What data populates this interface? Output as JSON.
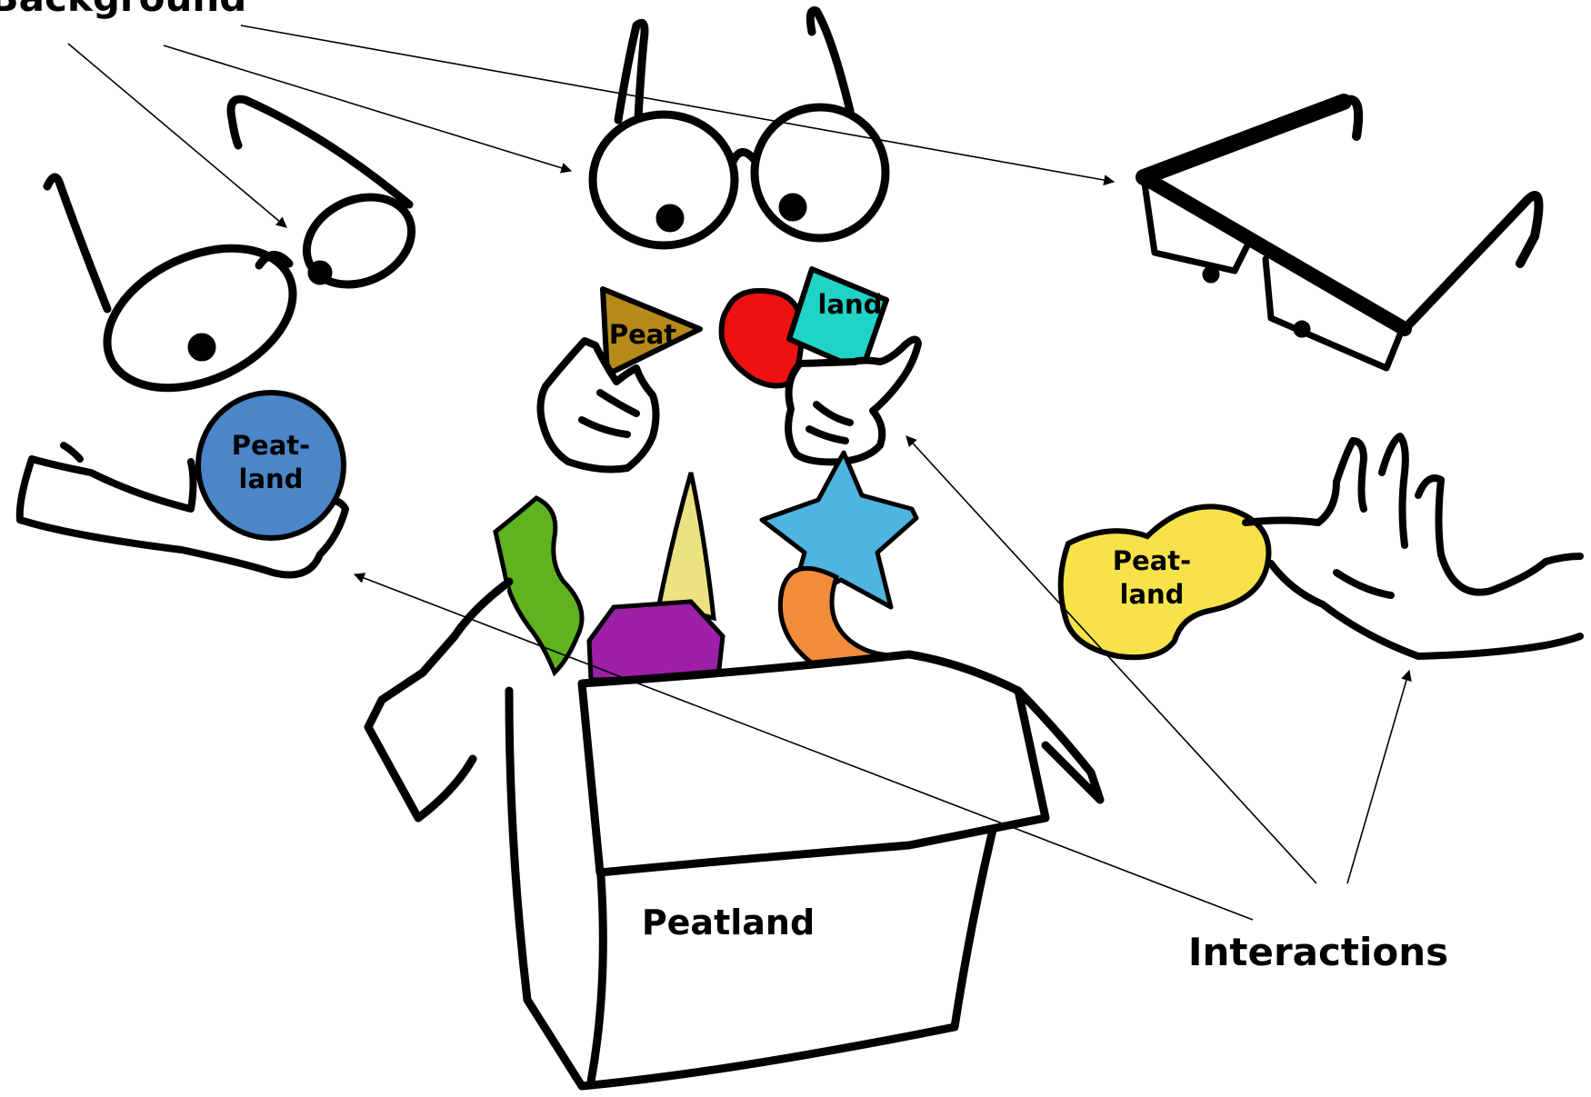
{
  "labels": {
    "background": "Background",
    "interactions": "Interactions",
    "box": "Peatland"
  },
  "held_shapes": {
    "blue_circle": [
      "Peat-",
      "land"
    ],
    "brown_triangle": "Peat",
    "cyan_square": "land",
    "yellow_blob": [
      "Peat-",
      "land"
    ]
  },
  "colors": {
    "blue_circle": "#4a86c8",
    "brown_triangle": "#b58a1a",
    "red_blob": "#ee1111",
    "cyan_square": "#1fd3c6",
    "yellow_blob": "#f7e24a",
    "green_shape": "#5fb31f",
    "cone": "#ece282",
    "purple_hexagon": "#9d1fa6",
    "blue_star": "#4fb5e0",
    "orange_moon": "#f08c3a"
  }
}
